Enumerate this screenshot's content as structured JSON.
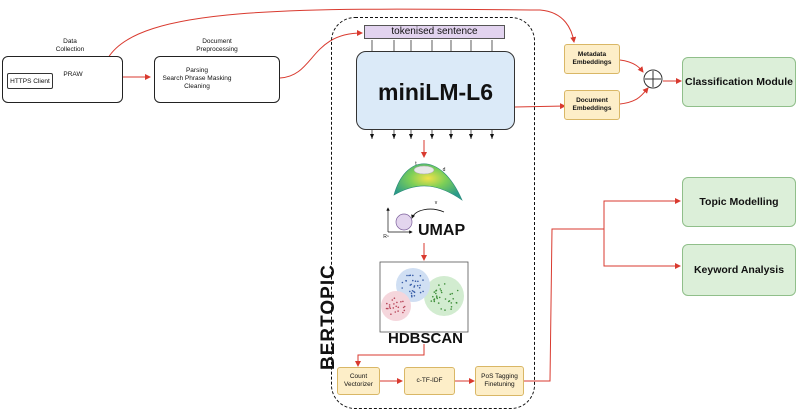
{
  "collection": {
    "caption_line1": "Data",
    "caption_line2": "Collection",
    "https_client": "HTTPS Client",
    "praw": "PRAW",
    "reddit_icon": "reddit-logo-icon"
  },
  "preprocessing": {
    "caption_line1": "Document",
    "caption_line2": "Preprocessing",
    "step1": "Parsing",
    "step2": "Search Phrase Masking",
    "step3": "Cleaning",
    "gear_icon": "gear-icon"
  },
  "bertopic": {
    "label": "BERTOPIC",
    "tokenised": "tokenised sentence",
    "model": "miniLM-L6",
    "umap": "UMAP",
    "hdbscan": "HDBSCAN",
    "umap_marks": {
      "t": "t",
      "d": "d",
      "vl": "v",
      "rn": "Rⁿ"
    }
  },
  "ctfidf": {
    "count_line1": "Count",
    "count_line2": "Vectorizer",
    "ctfidf": "c-TF-IDF",
    "pos_line1": "PoS Tagging",
    "pos_line2": "Finetuning"
  },
  "embeddings": {
    "metadata_line1": "Metadata",
    "metadata_line2": "Embeddings",
    "document_line1": "Document",
    "document_line2": "Embeddings"
  },
  "outputs": {
    "classification": "Classification Module",
    "topic": "Topic Modelling",
    "keyword": "Keyword Analysis"
  },
  "colors": {
    "arrow_red": "#d93a2f",
    "beige_fill": "#fdeec8",
    "green_fill": "#dcefd9",
    "token_fill": "#e2d3ef",
    "model_fill": "#dbeaf8",
    "reddit_orange": "#ff4500"
  }
}
